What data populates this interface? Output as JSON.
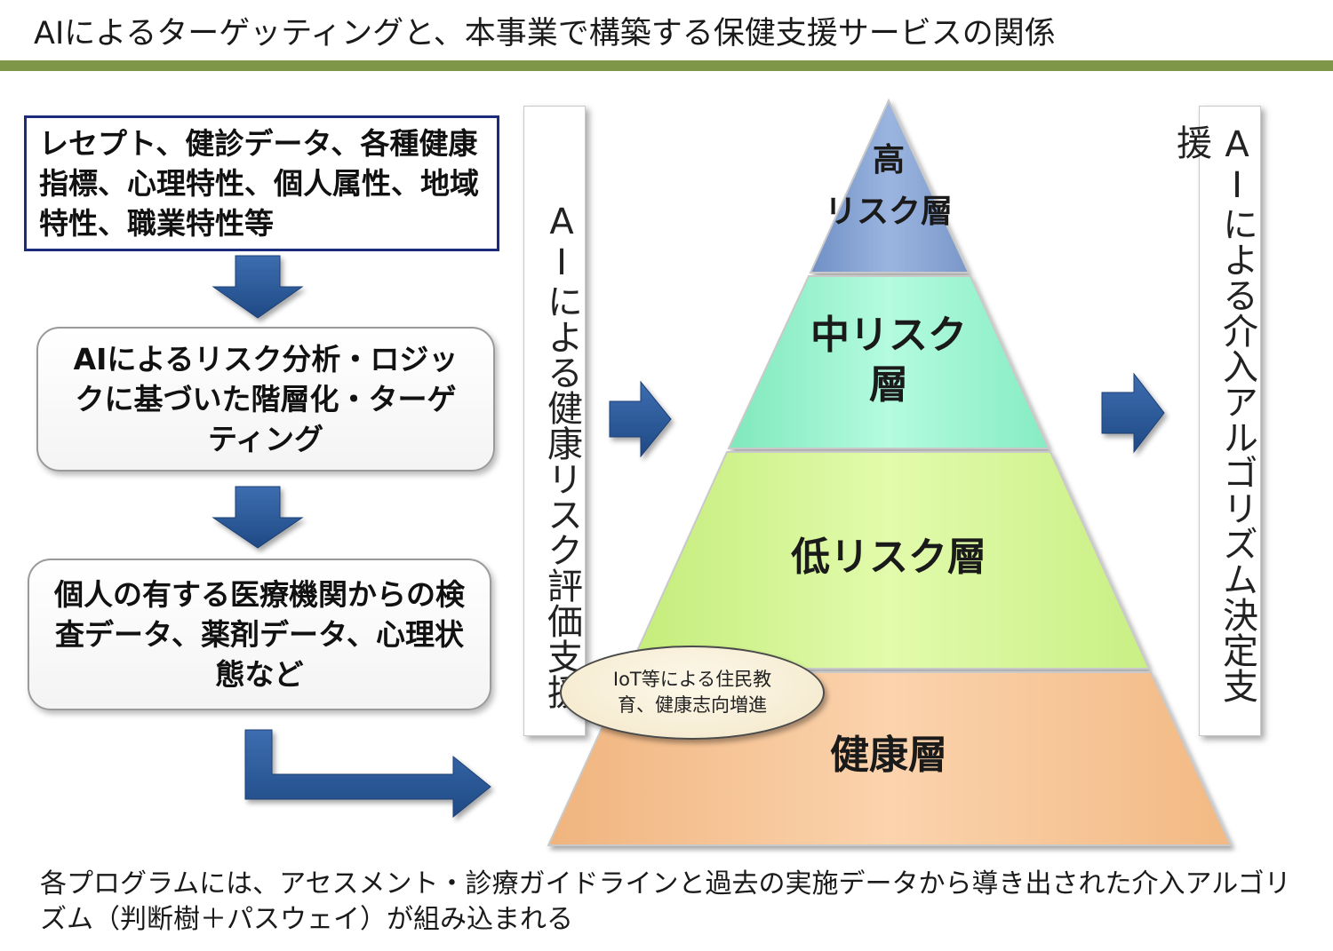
{
  "title": "AIによるターゲッティングと、本事業で構築する保健支援サービスの関係",
  "left_flow": {
    "data_sources": "レセプト、健診データ、各種健康指標、心理特性、個人属性、地域特性、職業特性等",
    "ai_analysis": "AIによるリスク分析・ロジックに基づいた階層化・ターゲティング",
    "medical_data": "個人の有する医療機関からの検査データ、薬剤データ、心理状態など"
  },
  "side_labels": {
    "left": "AIによる健康リスク評価支援",
    "right": "AIによる介入アルゴリズム決定支援"
  },
  "pyramid": {
    "high": "高\nリスク層",
    "mid": "中リスク\n層",
    "low": "低リスク層",
    "health": "健康層"
  },
  "ellipse_note": "IoT等による住民教育、健康志向増進",
  "footnote": "各プログラムには、アセスメント・診療ガイドラインと過去の実施データから導き出された介入アルゴリズム（判断樹＋パスウェイ）が組み込まれる",
  "colors": {
    "title_bar": "#7d9648",
    "data_box_border": "#1c2c7c",
    "arrow": "#2d5a9a",
    "high_layer": "#8eaad8",
    "mid_layer": "#a6f7d4",
    "low_layer": "#d9f79c",
    "health_layer": "#f8c89a",
    "ellipse_fill": "#f3e7c8"
  }
}
